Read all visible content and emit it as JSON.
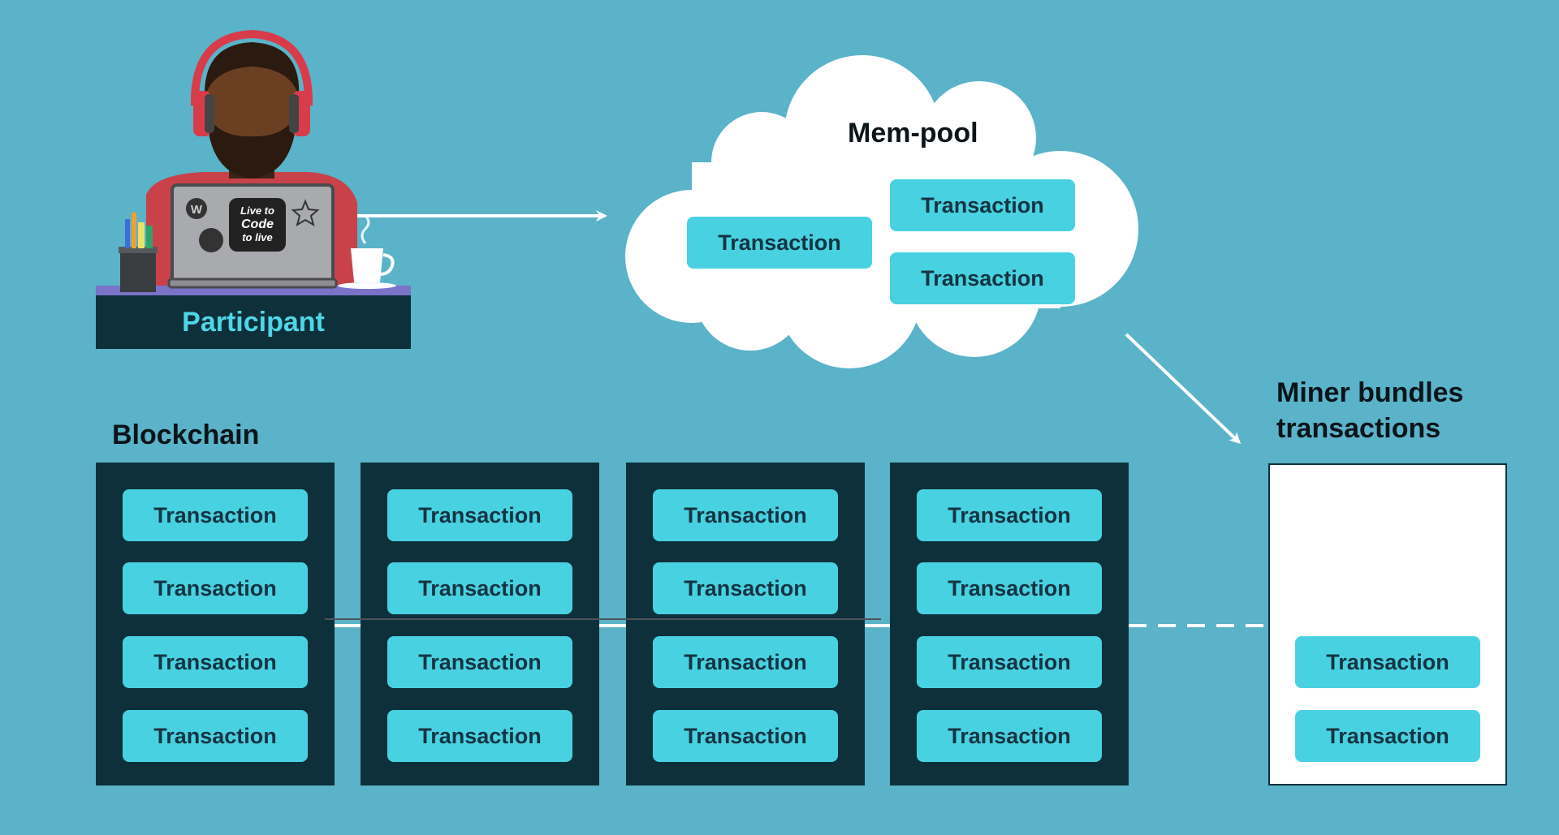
{
  "participant": {
    "label": "Participant",
    "laptop_sticker": "Live to Code to live"
  },
  "mempool": {
    "title": "Mem-pool",
    "transactions": [
      "Transaction",
      "Transaction",
      "Transaction"
    ]
  },
  "miner": {
    "title_line1": "Miner bundles",
    "title_line2": "transactions",
    "transactions": [
      "Transaction",
      "Transaction"
    ]
  },
  "blockchain": {
    "title": "Blockchain",
    "blocks": [
      {
        "transactions": [
          "Transaction",
          "Transaction",
          "Transaction",
          "Transaction"
        ]
      },
      {
        "transactions": [
          "Transaction",
          "Transaction",
          "Transaction",
          "Transaction"
        ]
      },
      {
        "transactions": [
          "Transaction",
          "Transaction",
          "Transaction",
          "Transaction"
        ]
      },
      {
        "transactions": [
          "Transaction",
          "Transaction",
          "Transaction",
          "Transaction"
        ]
      }
    ]
  },
  "colors": {
    "background": "#5ab3c8",
    "block": "#0e303b",
    "transaction": "#48d2e1",
    "transaction_text": "#143442",
    "participant_text": "#4ed6e6",
    "cloud": "#ffffff"
  }
}
